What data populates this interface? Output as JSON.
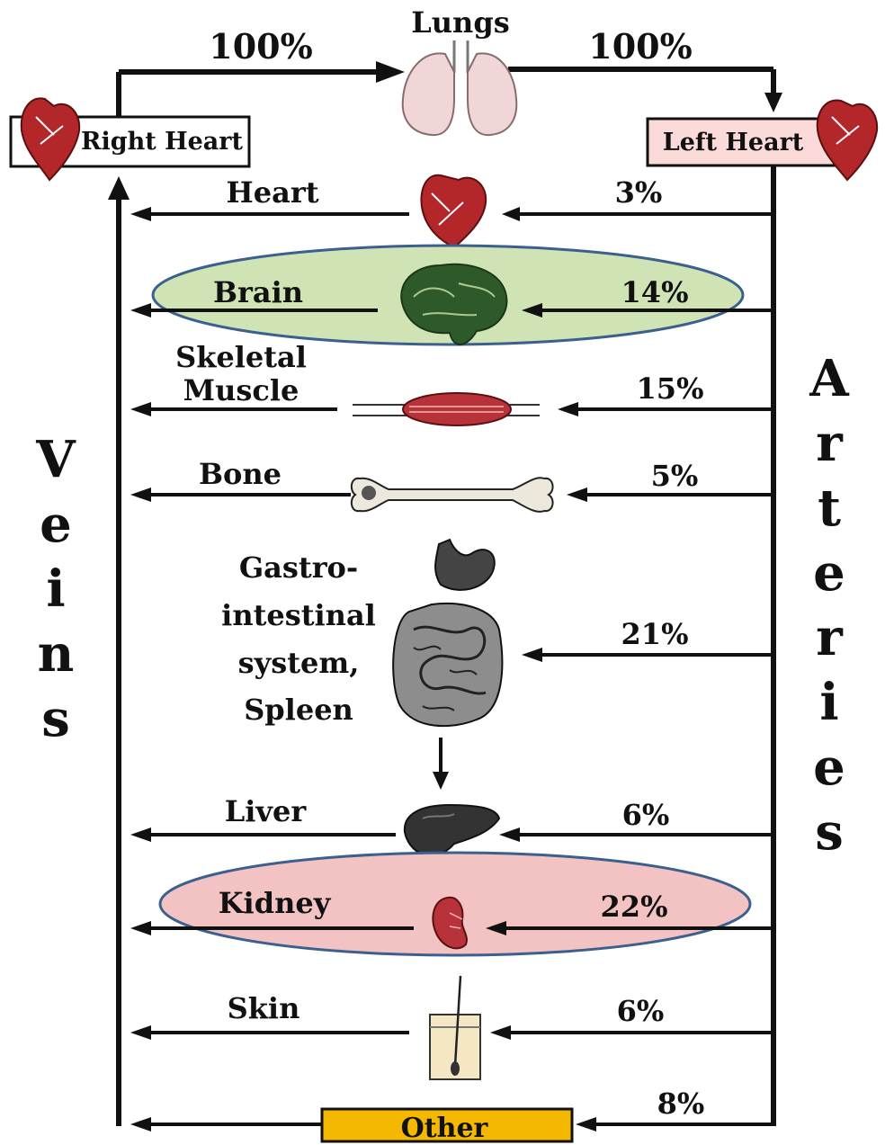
{
  "lungs": {
    "label": "Lungs",
    "pct_in": "100%",
    "pct_out": "100%"
  },
  "right_heart": {
    "label": "Right Heart"
  },
  "left_heart": {
    "label": "Left Heart"
  },
  "veins_label": "Veins",
  "arteries_label": "Arteries",
  "organs": [
    {
      "name": "Heart",
      "pct": "3%",
      "icon": "heart-icon"
    },
    {
      "name": "Brain",
      "pct": "14%",
      "icon": "brain-icon",
      "highlight": "#cfe3b4"
    },
    {
      "name_line1": "Skeletal",
      "name_line2": "Muscle",
      "pct": "15%",
      "icon": "muscle-icon"
    },
    {
      "name": "Bone",
      "pct": "5%",
      "icon": "bone-icon"
    },
    {
      "name_line1": "Gastro-",
      "name_line2": "intestinal",
      "name_line3": "system,",
      "name_line4": "Spleen",
      "pct": "21%",
      "icon": "intestine-icon"
    },
    {
      "name": "Liver",
      "pct": "6%",
      "icon": "liver-icon"
    },
    {
      "name": "Kidney",
      "pct": "22%",
      "icon": "kidney-icon",
      "highlight": "#f3c2c2"
    },
    {
      "name": "Skin",
      "pct": "6%",
      "icon": "skin-icon"
    },
    {
      "name": "Other",
      "pct": "8%",
      "box_color": "#f5b800"
    }
  ]
}
